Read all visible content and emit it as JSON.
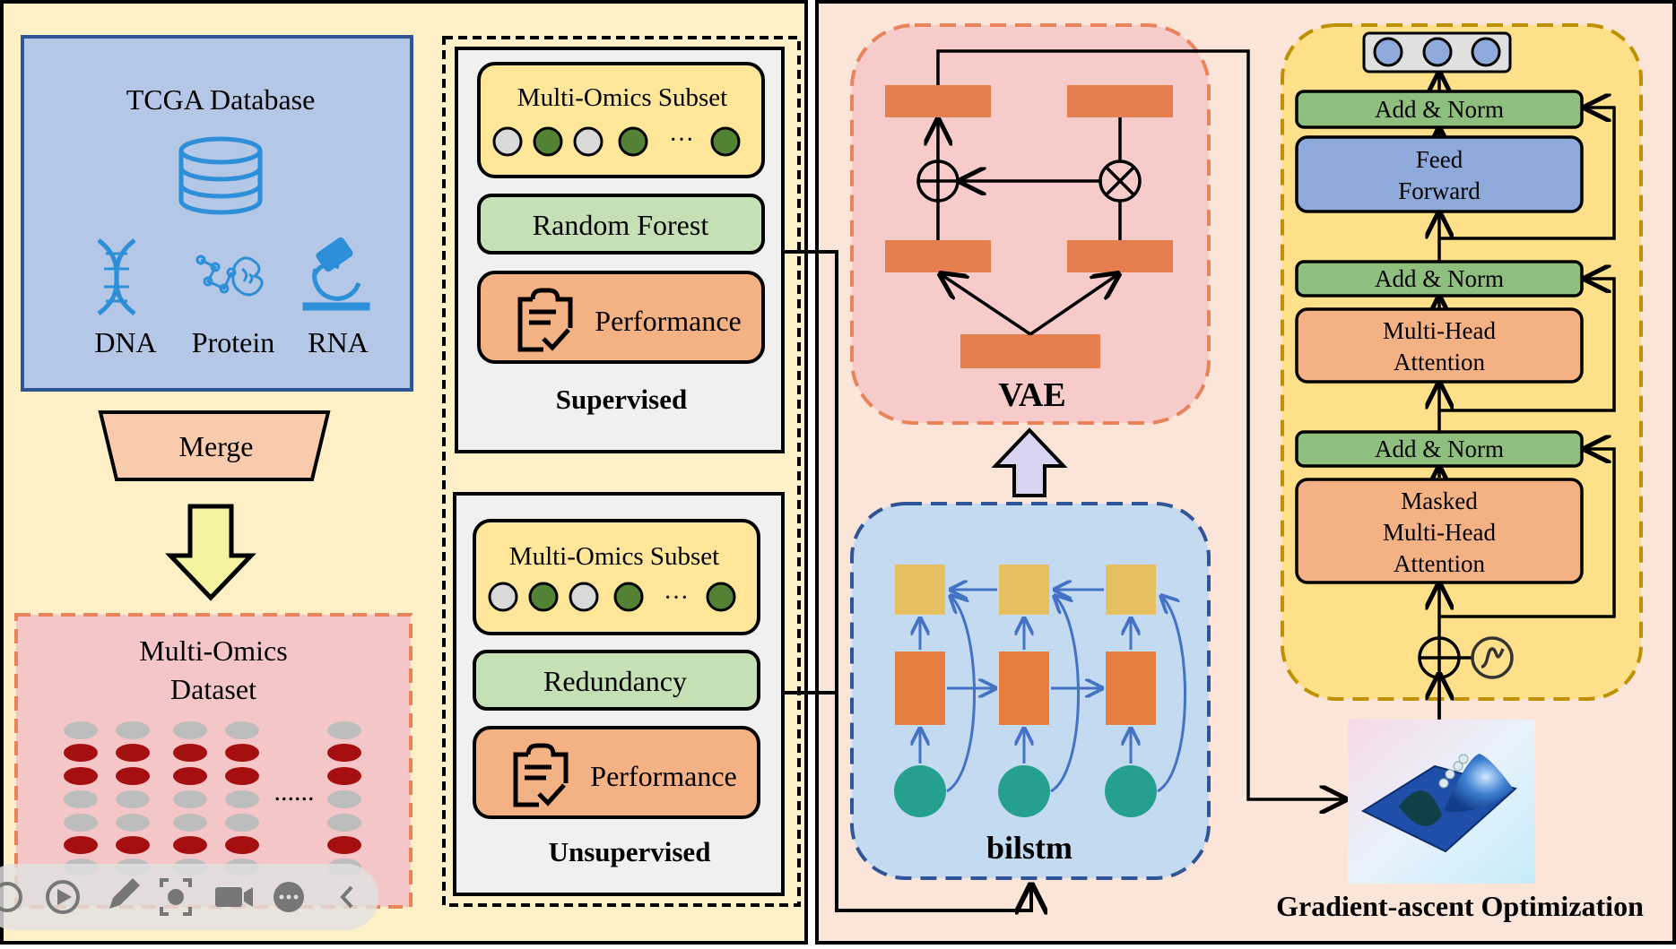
{
  "data_source": {
    "title": "TCGA Database",
    "omics": [
      "DNA",
      "Protein",
      "RNA"
    ],
    "merge_label": "Merge",
    "dataset_title_line1": "Multi-Omics",
    "dataset_title_line2": "Dataset",
    "ellipsis": "......"
  },
  "feature_selection": {
    "supervised": {
      "subset_label": "Multi-Omics Subset",
      "method_label": "Random Forest",
      "performance_label": "Performance",
      "title": "Supervised",
      "dots_ellipsis": "···"
    },
    "unsupervised": {
      "subset_label": "Multi-Omics Subset",
      "method_label": "Redundancy",
      "performance_label": "Performance",
      "title": "Unsupervised",
      "dots_ellipsis": "···"
    }
  },
  "models": {
    "vae_label": "VAE",
    "bilstm_label": "bilstm",
    "transformer": {
      "add_norm": "Add & Norm",
      "feed_forward_line1": "Feed",
      "feed_forward_line2": "Forward",
      "mha_line1": "Multi-Head",
      "mha_line2": "Attention",
      "masked_line1": "Masked",
      "masked_line2": "Multi-Head",
      "masked_line3": "Attention"
    },
    "optimization_label": "Gradient-ascent Optimization"
  },
  "colors": {
    "left_panel_bg": "#fdf0c6",
    "right_panel_bg": "#fbe5d8",
    "tcga_box": "#b4c7e7",
    "tcga_border": "#2f5597",
    "merge_fill": "#f8cbad",
    "arrow_yellow": "#f3f3a0",
    "dataset_bg": "#f5c6c8",
    "dataset_border": "#e8835b",
    "subset_fill": "#ffe699",
    "method_fill": "#c5e0b4",
    "performance_fill": "#f4b183",
    "panel_gray": "#f0f0f0",
    "vae_bg": "#f8cbcb",
    "vae_block": "#e67e50",
    "bilstm_bg": "#c3daf0",
    "bilstm_border": "#2f5597",
    "lstm_top": "#e6c060",
    "lstm_mid": "#e67e40",
    "lstm_node": "#26a08e",
    "lstm_arrow": "#4472c4",
    "transformer_bg": "#ffe08a",
    "transformer_border": "#bf9000",
    "add_norm_fill": "#8fbf7f",
    "feed_forward_fill": "#8eaadb",
    "attention_fill": "#f4b183",
    "vae_up_arrow": "#d9d2f0",
    "dot_green": "#548235",
    "dot_gray": "#d9d9d9",
    "toolbar_bg": "#e0e0e0"
  },
  "toolbar": {
    "icons": [
      "back-icon",
      "play-icon",
      "pen-icon",
      "screenshot-icon",
      "camera-icon",
      "more-icon",
      "collapse-icon"
    ]
  }
}
